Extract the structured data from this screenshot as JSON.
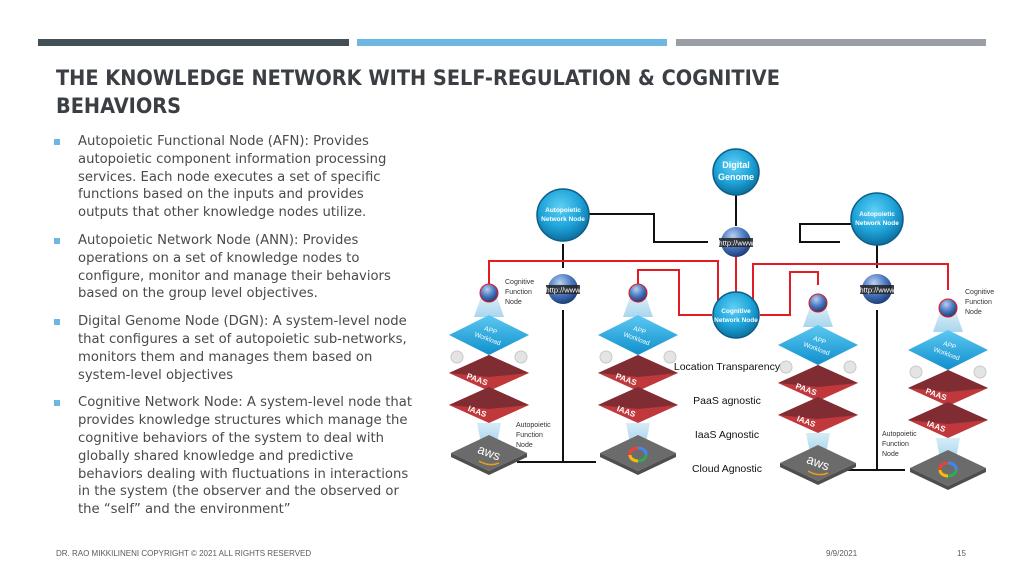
{
  "slide": {
    "title": "THE KNOWLEDGE NETWORK WITH SELF-REGULATION & COGNITIVE BEHAVIORS",
    "accent_colors": {
      "bar_dark": "#424f57",
      "bar_blue": "#6eb7e3",
      "bar_gray": "#989ea4",
      "bullet": "#6eb7e3"
    }
  },
  "bullets": [
    {
      "text": "Autopoietic Functional Node (AFN): Provides autopoietic component information processing services. Each node executes a set of specific functions based on the inputs and provides outputs that other knowledge nodes utilize."
    },
    {
      "text": "Autopoietic Network Node (ANN): Provides operations on a set of knowledge nodes to configure, monitor and manage their behaviors based on the group level objectives."
    },
    {
      "text": "Digital Genome Node (DGN): A system-level node that configures a set of autopoietic sub-networks, monitors them and manages them based on system-level objectives"
    },
    {
      "text": "Cognitive Network Node: A system-level node that provides knowledge structures which manage the cognitive behaviors of the system to deal with globally shared knowledge and predictive behaviors dealing with fluctuations in interactions in the system (the observer and the observed or the “self” and the environment”"
    }
  ],
  "diagram": {
    "digital_genome": [
      "Digital",
      "Genome"
    ],
    "ann_left": [
      "Autopoietic",
      "Network Node"
    ],
    "ann_right": [
      "Autopoietic",
      "Network Node"
    ],
    "cognitive_network_node": [
      "Cognitive",
      "Network Node"
    ],
    "globe_label": "http://www",
    "cfn_label_left": [
      "Cognitive",
      "Function",
      "Node"
    ],
    "cfn_label_right": [
      "Cognitive",
      "Function",
      "Node"
    ],
    "afn_label_left": [
      "Autopoietic",
      "Function",
      "Node"
    ],
    "afn_label_right": [
      "Autopoietic",
      "Function",
      "Node"
    ],
    "stack": {
      "app": [
        "APP",
        "Workload"
      ],
      "paas": "PAAS",
      "iaas": "IAAS"
    },
    "clouds": [
      "aws",
      "google-cloud",
      "aws",
      "google-cloud"
    ],
    "layers": [
      "Location Transparency",
      "PaaS agnostic",
      "IaaS Agnostic",
      "Cloud Agnostic"
    ],
    "colors": {
      "node_blue": "#1ea3d9",
      "red_link": "#e31b23",
      "paas_red": "#c0383b",
      "paas_dark": "#7f2d33",
      "cloud_gray": "#6b6b6b"
    }
  },
  "footer": {
    "copyright": "DR. RAO MIKKILINENI COPYRIGHT © 2021 ALL RIGHTS RESERVED",
    "date": "9/9/2021",
    "page": "15"
  }
}
